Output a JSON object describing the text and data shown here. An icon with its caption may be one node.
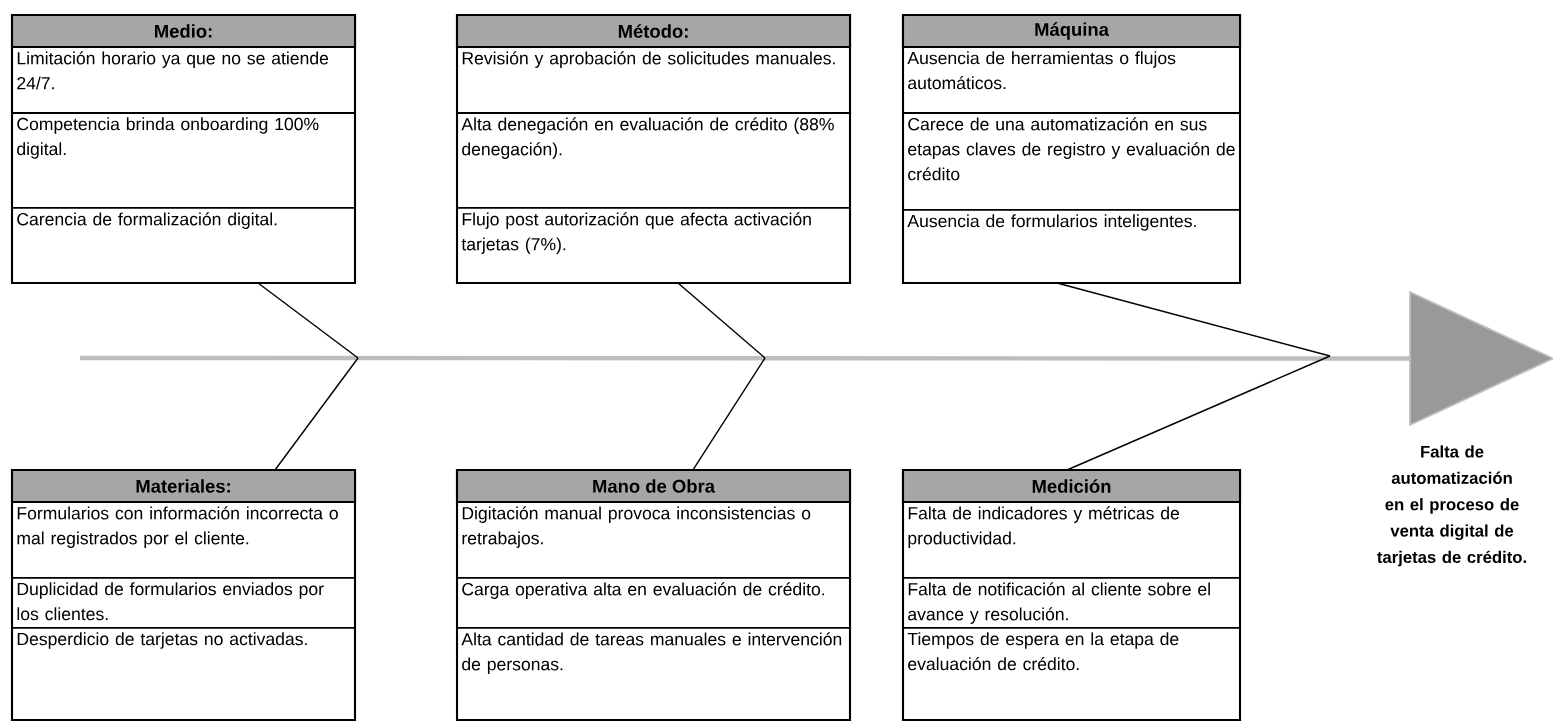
{
  "diagram": {
    "nodes": [
      {
        "text": [
          "Medio:",
          "Limitación horario ya que no se atiende 24/7.",
          "Competencia brinda onboarding 100% digital.",
          "Carencia de formalización digital."
        ]
      },
      {
        "text": [
          "Método:",
          "Revisión y aprobación de solicitudes manuales.",
          "Alta denegación en evaluación de crédito (88% denegación).",
          "Flujo post autorización que afecta activación tarjetas (7%)."
        ]
      },
      {
        "text": [
          "Máquina",
          "Ausencia de herramientas o flujos automáticos.",
          "Carece de una automatización en sus etapas claves de registro y evaluación de crédito",
          "Ausencia de formularios inteligentes."
        ]
      },
      {
        "text": [
          "Materiales:",
          "Formularios con información incorrecta o mal registrados por el cliente.",
          "Duplicidad de formularios enviados por los clientes.",
          "Desperdicio de tarjetas no activadas."
        ]
      },
      {
        "text": [
          "Mano de Obra",
          "Digitación manual provoca inconsistencias o retrabajos.",
          "Carga operativa alta en evaluación de crédito.",
          "Alta cantidad de tareas manuales e intervención de personas."
        ]
      },
      {
        "text": [
          "Medición",
          "Falta de indicadores y métricas de productividad.",
          "Falta de notificación al cliente sobre el avance y resolución.",
          "Tiempos de espera en la etapa de evaluación de crédito."
        ]
      },
      {
        "text": [],
        "shape": "triangle",
        "beside": [
          "Falta de automatización en el proceso de venta digital de tarjetas de crédito."
        ]
      }
    ],
    "edges": [
      {
        "from": null,
        "to": 6,
        "arrow": "none",
        "style": "thick",
        "color": "#bdbdbd"
      },
      {
        "from": 0,
        "to": null,
        "arrow": "none"
      },
      {
        "from": 1,
        "to": null,
        "arrow": "none"
      },
      {
        "from": 2,
        "to": null,
        "arrow": "none"
      },
      {
        "from": 3,
        "to": null,
        "arrow": "none"
      },
      {
        "from": 4,
        "to": null,
        "arrow": "none"
      },
      {
        "from": 5,
        "to": null,
        "arrow": "none"
      }
    ]
  }
}
